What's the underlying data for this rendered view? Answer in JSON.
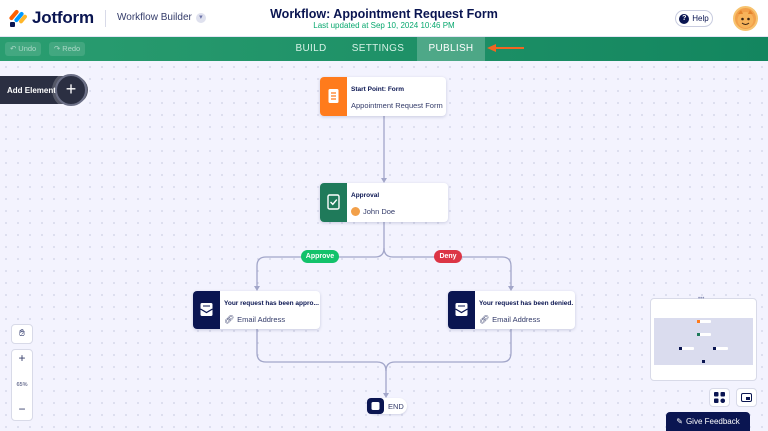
{
  "header": {
    "brand": "Jotform",
    "app_switcher": "Workflow Builder",
    "workflow_title": "Workflow: Appointment Request Form",
    "last_updated": "Last updated at Sep 10, 2024 10:46 PM",
    "help_label": "Help"
  },
  "toolbar": {
    "undo_label": "Undo",
    "redo_label": "Redo"
  },
  "tabs": [
    {
      "label": "BUILD",
      "active": false
    },
    {
      "label": "SETTINGS",
      "active": false
    },
    {
      "label": "PUBLISH",
      "active": true
    }
  ],
  "canvas": {
    "add_element_label": "Add Element",
    "add_element_glyph": "+",
    "nodes": {
      "start": {
        "title": "Start Point: Form",
        "subtitle": "Appointment Request Form",
        "color": "#ff7b1c"
      },
      "approval": {
        "title": "Approval",
        "subtitle": "John Doe",
        "color": "#1f7a5a"
      },
      "email_approved": {
        "title": "Your request has been appro...",
        "subtitle": "Email Address",
        "color": "#0a1551"
      },
      "email_denied": {
        "title": "Your request has been denied.",
        "subtitle": "Email Address",
        "color": "#0a1551"
      }
    },
    "branches": {
      "approve": {
        "label": "Approve",
        "color": "#13c26b"
      },
      "deny": {
        "label": "Deny",
        "color": "#dc3545"
      }
    },
    "end_label": "END"
  },
  "zoom": {
    "plus": "+",
    "level": "65%",
    "minus": "−"
  },
  "feedback_label": "Give Feedback",
  "colors": {
    "nav_green": "#1a8966",
    "annotation_arrow": "#f26522",
    "navy": "#0a1551"
  }
}
